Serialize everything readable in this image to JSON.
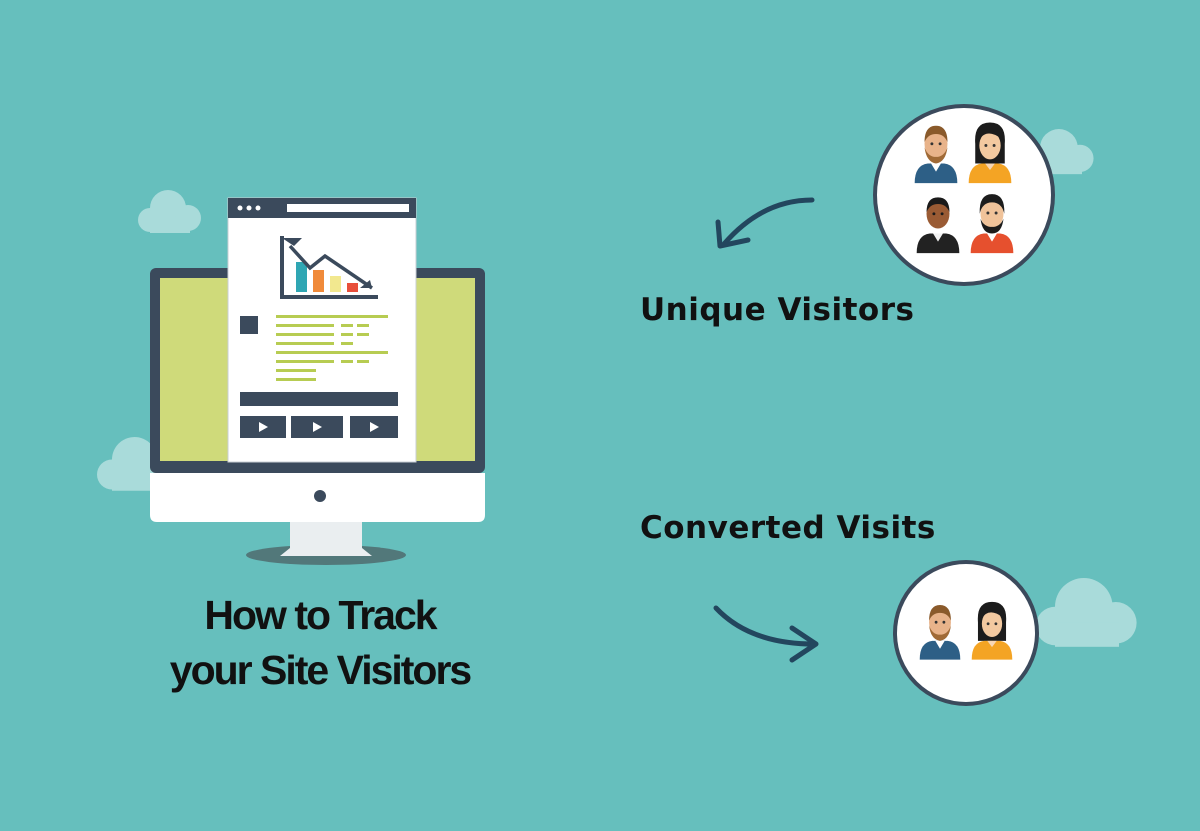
{
  "title": {
    "line1": "How to Track",
    "line2": "your Site Visitors"
  },
  "labels": {
    "unique_visitors": "Unique Visitors",
    "converted_visits": "Converted Visits"
  },
  "colors": {
    "background": "#66bfbd",
    "cloud": "#a9dbda",
    "monitor_frame": "#3b4a5c",
    "monitor_screen": "#cfda7a",
    "page": "#ffffff",
    "text_dark": "#111111",
    "arrow": "#23465e",
    "bar_teal": "#2fa6b3",
    "bar_orange": "#f08a3a",
    "bar_yellow": "#f2e88f",
    "bar_red": "#e84f3b",
    "text_line_green": "#b7cc52",
    "avatar_blue_shirt": "#2d5f86",
    "avatar_orange_shirt": "#f4a424",
    "avatar_black_shirt": "#222222",
    "avatar_red_shirt": "#e6502e"
  },
  "icons": {
    "monitor": "desktop-monitor-icon",
    "chart": "declining-bar-chart-icon",
    "play": "play-icon",
    "arrow_in": "curved-arrow-left-icon",
    "arrow_out": "curved-arrow-right-icon",
    "group_four": "four-people-group-icon",
    "group_two": "two-people-group-icon",
    "cloud": "cloud-icon"
  }
}
